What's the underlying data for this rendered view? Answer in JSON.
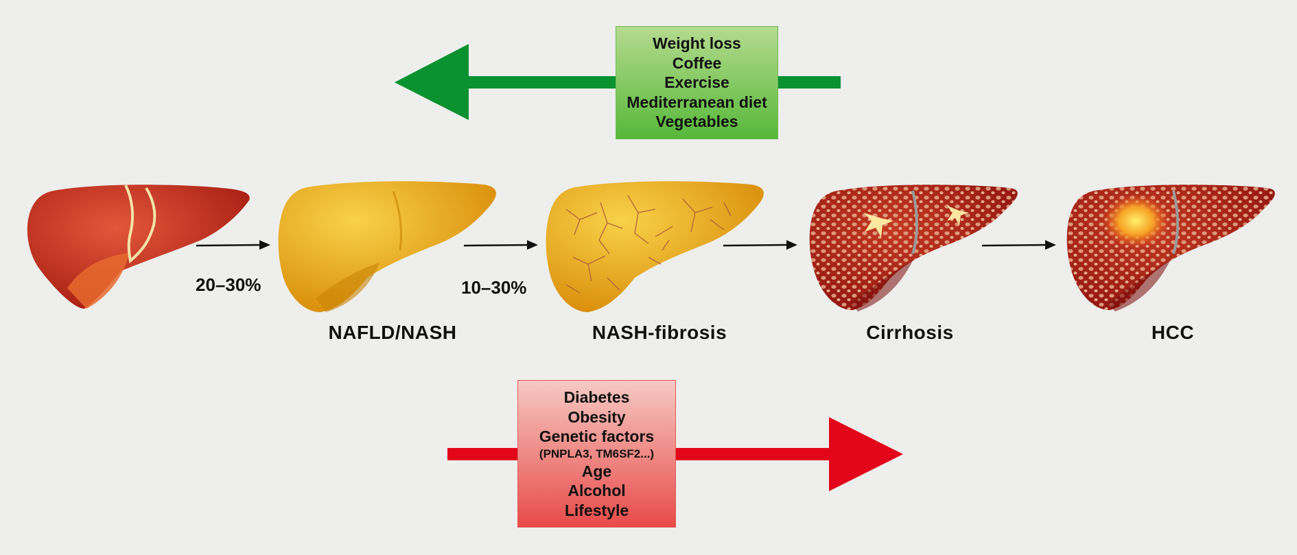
{
  "protective_factors": {
    "color": "#0a9130",
    "items": [
      "Weight loss",
      "Coffee",
      "Exercise",
      "Mediterranean diet",
      "Vegetables"
    ]
  },
  "risk_factors": {
    "color": "#e3061b",
    "items": [
      "Diabetes",
      "Obesity",
      "Genetic factors",
      "(PNPLA3, TM6SF2...)",
      "Age",
      "Alcohol",
      "Lifestyle"
    ]
  },
  "stages": [
    {
      "name": "",
      "color": "#c0301c"
    },
    {
      "name": "NAFLD/NASH",
      "color": "#e5a012"
    },
    {
      "name": "NASH-fibrosis",
      "color": "#e9a818"
    },
    {
      "name": "Cirrhosis",
      "color": "#a81e14"
    },
    {
      "name": "HCC",
      "color": "#a81e14"
    }
  ],
  "transitions": [
    {
      "label": "20–30%"
    },
    {
      "label": "10–30%"
    },
    {
      "label": ""
    },
    {
      "label": ""
    }
  ]
}
